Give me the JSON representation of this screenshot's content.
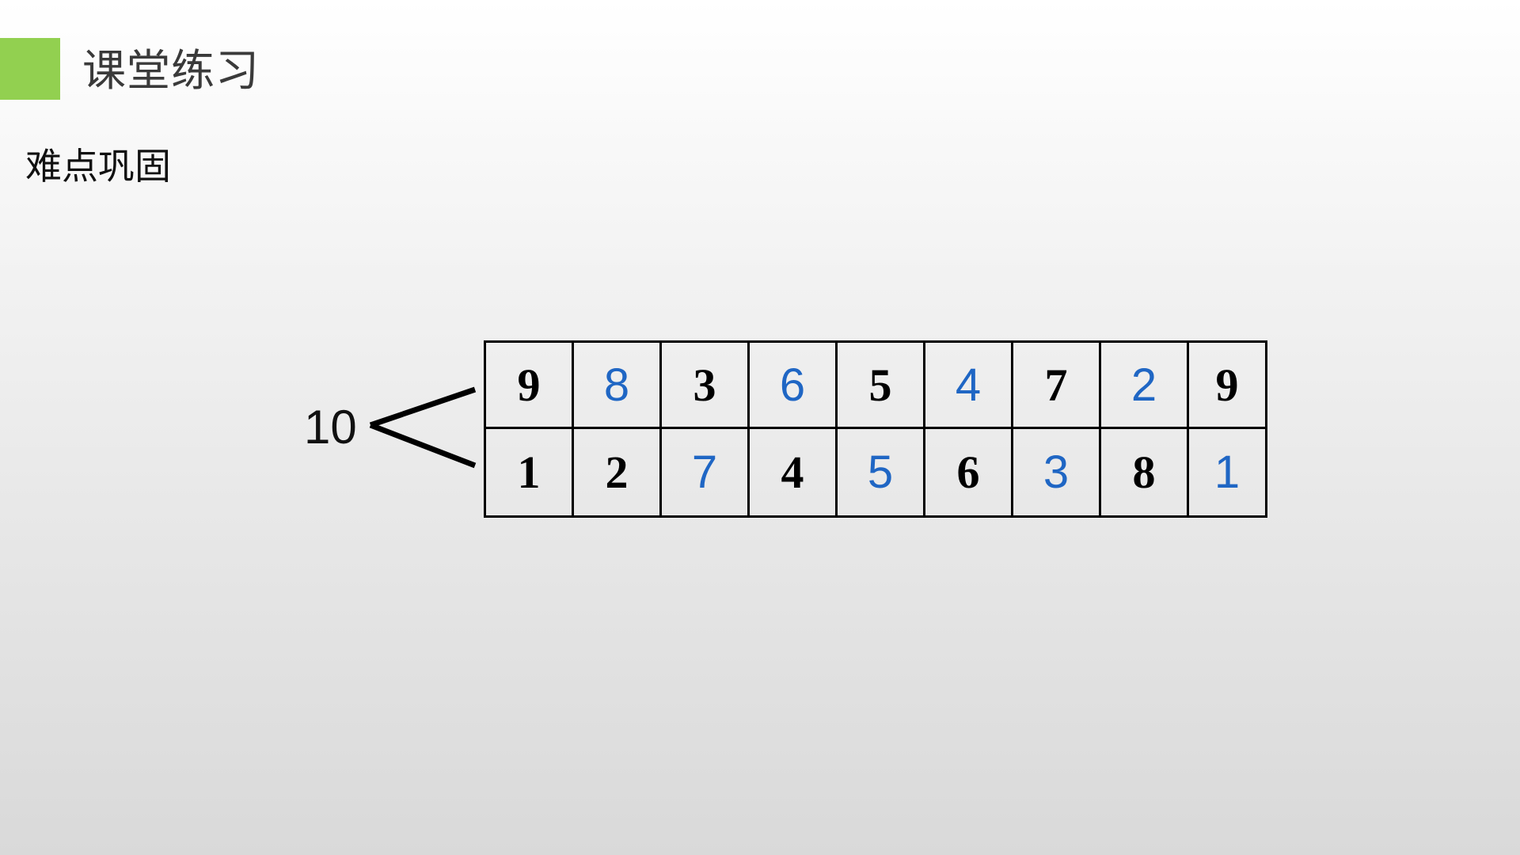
{
  "header": {
    "title": "课堂练习",
    "accent_color": "#92d050"
  },
  "section": {
    "title": "难点巩固"
  },
  "decomposition": {
    "total": "10",
    "answer_color": "#1f66c4",
    "top_row": [
      {
        "value": "9",
        "kind": "given"
      },
      {
        "value": "8",
        "kind": "answer"
      },
      {
        "value": "3",
        "kind": "given"
      },
      {
        "value": "6",
        "kind": "answer"
      },
      {
        "value": "5",
        "kind": "given"
      },
      {
        "value": "4",
        "kind": "answer"
      },
      {
        "value": "7",
        "kind": "given"
      },
      {
        "value": "2",
        "kind": "answer"
      },
      {
        "value": "9",
        "kind": "given"
      }
    ],
    "bottom_row": [
      {
        "value": "1",
        "kind": "given"
      },
      {
        "value": "2",
        "kind": "given"
      },
      {
        "value": "7",
        "kind": "answer"
      },
      {
        "value": "4",
        "kind": "given"
      },
      {
        "value": "5",
        "kind": "answer"
      },
      {
        "value": "6",
        "kind": "given"
      },
      {
        "value": "3",
        "kind": "answer"
      },
      {
        "value": "8",
        "kind": "given"
      },
      {
        "value": "1",
        "kind": "answer"
      }
    ]
  }
}
